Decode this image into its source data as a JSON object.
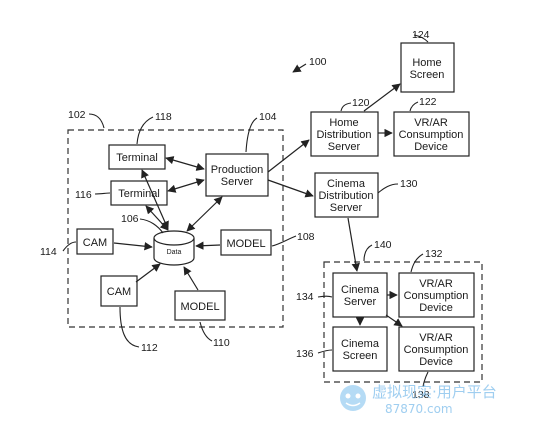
{
  "diagram": {
    "ref_main": "100",
    "nodes": {
      "terminal_top": {
        "label": [
          "Terminal"
        ],
        "ref": "118"
      },
      "terminal_mid": {
        "label": [
          "Terminal"
        ],
        "ref": "116"
      },
      "production_server": {
        "label": [
          "Production",
          "Server"
        ],
        "ref": "104"
      },
      "data_store": {
        "label": [
          "Data"
        ],
        "ref": "106"
      },
      "cam_left": {
        "label": [
          "CAM"
        ],
        "ref": "114"
      },
      "cam_bottom": {
        "label": [
          "CAM"
        ],
        "ref": "112"
      },
      "model_right": {
        "label": [
          "MODEL"
        ],
        "ref": "108"
      },
      "model_bottom": {
        "label": [
          "MODEL"
        ],
        "ref": "110"
      },
      "home_distribution_server": {
        "label": [
          "Home",
          "Distribution",
          "Server"
        ],
        "ref": "120"
      },
      "home_screen": {
        "label": [
          "Home",
          "Screen"
        ],
        "ref": "124"
      },
      "vrar_home": {
        "label": [
          "VR/AR",
          "Consumption",
          "Device"
        ],
        "ref": "122"
      },
      "cinema_distribution_server": {
        "label": [
          "Cinema",
          "Distribution",
          "Server"
        ],
        "ref": "130"
      },
      "cinema_server": {
        "label": [
          "Cinema",
          "Server"
        ],
        "ref": "134"
      },
      "vrar_cinema_top": {
        "label": [
          "VR/AR",
          "Consumption",
          "Device"
        ],
        "ref": "132"
      },
      "cinema_screen": {
        "label": [
          "Cinema",
          "Screen"
        ],
        "ref": "136"
      },
      "vrar_cinema_bottom": {
        "label": [
          "VR/AR",
          "Consumption",
          "Device"
        ],
        "ref": "138"
      }
    },
    "groups": {
      "production_group": {
        "ref": "102"
      },
      "cinema_group": {
        "ref": "140"
      }
    }
  },
  "watermark": {
    "line1": "虚拟现实·用户平台",
    "line2": "87870.com"
  }
}
